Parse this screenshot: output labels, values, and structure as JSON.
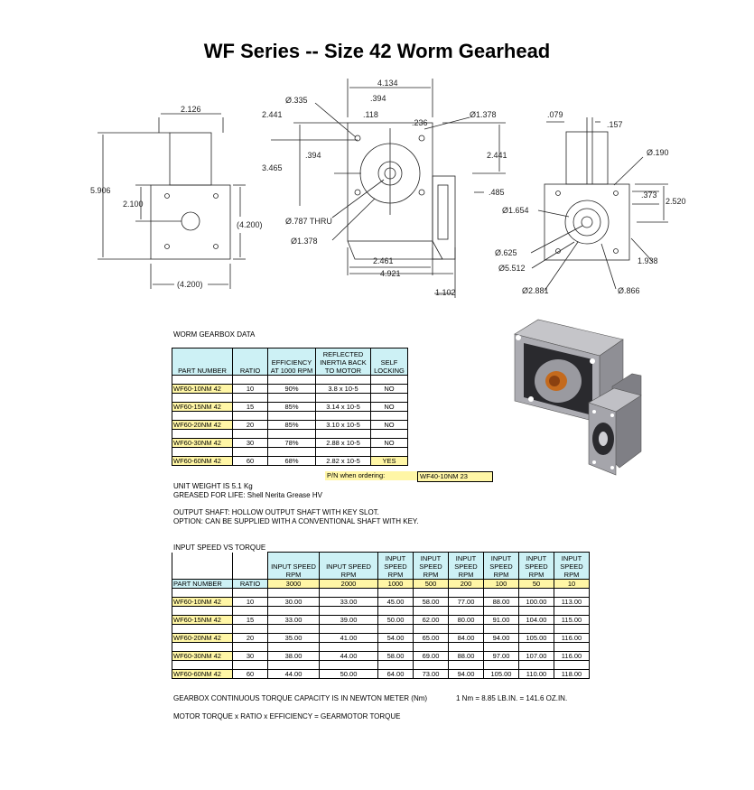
{
  "title": "WF Series -- Size 42 Worm Gearhead",
  "dims": {
    "left": [
      "2.126",
      "5.906",
      "2.100",
      "(4.200)",
      "(4.200)"
    ],
    "center": [
      "4.134",
      "Ø.335",
      ".394",
      "2.441",
      ".118",
      ".236",
      "Ø1.378",
      "3.465",
      ".394",
      "2.441",
      ".485",
      "Ø.787 THRU",
      "Ø1.378",
      "2.461",
      "4.921",
      "1.102"
    ],
    "right": [
      ".079",
      ".157",
      "Ø.190",
      ".373",
      "2.520",
      "Ø1.654",
      "Ø.625",
      "Ø5.512",
      "1.938",
      "Ø2.881",
      "Ø.866"
    ]
  },
  "worm": {
    "caption": "WORM GEARBOX DATA",
    "headers": [
      "PART NUMBER",
      "RATIO",
      "EFFICIENCY AT 1000 RPM",
      "REFLECTED INERTIA BACK TO MOTOR",
      "SELF LOCKING"
    ],
    "rows": [
      [
        "WF60-10NM 42",
        "10",
        "90%",
        "3.8 x 10-5",
        "NO"
      ],
      [
        "WF60-15NM 42",
        "15",
        "85%",
        "3.14 x 10-5",
        "NO"
      ],
      [
        "WF60-20NM 42",
        "20",
        "85%",
        "3.10 x 10-5",
        "NO"
      ],
      [
        "WF60-30NM 42",
        "30",
        "78%",
        "2.88 x 10-5",
        "NO"
      ],
      [
        "WF60-60NM 42",
        "60",
        "68%",
        "2.82 x 10-5",
        "YES"
      ]
    ],
    "pn_label": "P/N when ordering:",
    "pn_value": "WF40-10NM 23"
  },
  "notes": {
    "weight": "UNIT WEIGHT IS 5.1 Kg",
    "grease": "GREASED FOR LIFE: Shell Nerita Grease HV",
    "shaft": "OUTPUT SHAFT:  HOLLOW OUTPUT SHAFT WITH KEY SLOT.",
    "option": "OPTION: CAN BE SUPPLIED WITH A CONVENTIONAL SHAFT WITH KEY.",
    "capacity": "GEARBOX CONTINUOUS TORQUE CAPACITY IS IN NEWTON METER (Nm)",
    "conversion": "1 Nm = 8.85 LB.IN. = 141.6 OZ.IN.",
    "formula": "MOTOR TORQUE x RATIO x EFFICIENCY = GEARMOTOR TORQUE"
  },
  "speed": {
    "caption": "INPUT SPEED VS TORQUE",
    "col_header": "INPUT SPEED RPM",
    "part_header": "PART NUMBER",
    "ratio_header": "RATIO",
    "speeds": [
      "3000",
      "2000",
      "1000",
      "500",
      "200",
      "100",
      "50",
      "10"
    ],
    "rows": [
      {
        "part": "WF60-10NM 42",
        "ratio": "10",
        "values": [
          "30.00",
          "33.00",
          "45.00",
          "58.00",
          "77.00",
          "88.00",
          "100.00",
          "113.00"
        ]
      },
      {
        "part": "WF60-15NM 42",
        "ratio": "15",
        "values": [
          "33.00",
          "39.00",
          "50.00",
          "62.00",
          "80.00",
          "91.00",
          "104.00",
          "115.00"
        ]
      },
      {
        "part": "WF60-20NM 42",
        "ratio": "20",
        "values": [
          "35.00",
          "41.00",
          "54.00",
          "65.00",
          "84.00",
          "94.00",
          "105.00",
          "116.00"
        ]
      },
      {
        "part": "WF60-30NM 42",
        "ratio": "30",
        "values": [
          "38.00",
          "44.00",
          "58.00",
          "69.00",
          "88.00",
          "97.00",
          "107.00",
          "116.00"
        ]
      },
      {
        "part": "WF60-60NM 42",
        "ratio": "60",
        "values": [
          "44.00",
          "50.00",
          "64.00",
          "73.00",
          "94.00",
          "105.00",
          "110.00",
          "118.00"
        ]
      }
    ]
  }
}
